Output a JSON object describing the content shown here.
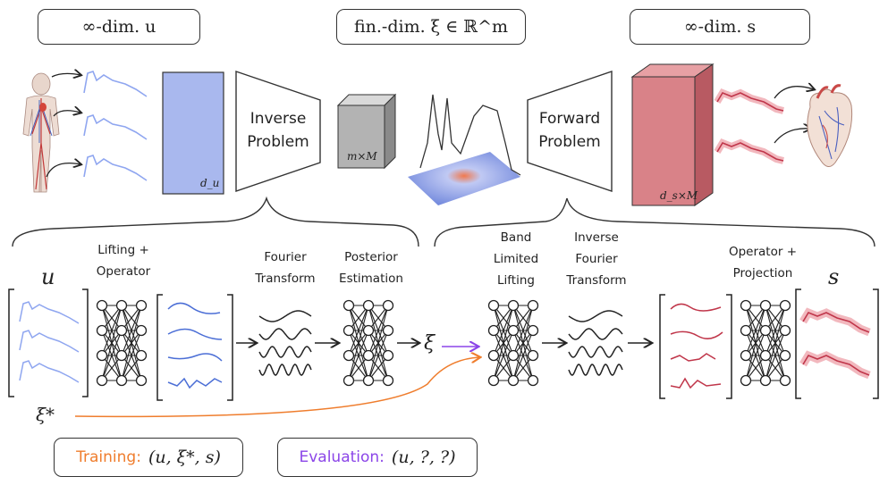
{
  "top_boxes": {
    "left": "∞-dim. u",
    "middle": "fin.-dim. ξ ∈ ℝ^m",
    "right": "∞-dim. s"
  },
  "inverse_block": {
    "line1": "Inverse",
    "line2": "Problem"
  },
  "forward_block": {
    "line1": "Forward",
    "line2": "Problem"
  },
  "tensor_labels": {
    "du": "d_u",
    "mM": "m×M",
    "dsM": "d_s×M"
  },
  "pipeline": {
    "u_symbol": "u",
    "lifting_operator": [
      "Lifting +",
      "Operator"
    ],
    "fourier_transform": [
      "Fourier",
      "Transform"
    ],
    "posterior_estimation": [
      "Posterior",
      "Estimation"
    ],
    "xi_symbol": "ξ",
    "band_limited_lifting": [
      "Band",
      "Limited",
      "Lifting"
    ],
    "inverse_fourier_transform": [
      "Inverse",
      "Fourier",
      "Transform"
    ],
    "operator_projection": [
      "Operator +",
      "Projection"
    ],
    "s_symbol": "s",
    "xi_star_symbol": "ξ*"
  },
  "legend": {
    "training_label": "Training:",
    "training_tuple": "(u, ξ*, s)",
    "evaluation_label": "Evaluation:",
    "evaluation_tuple": "(u, ?, ?)"
  },
  "colors": {
    "input_blue": "#8fa6f0",
    "input_block": "#a9b8ee",
    "output_red": "#c0364a",
    "output_block": "#d98288",
    "grey_block": "#b3b3b3",
    "training_orange": "#ef7d2d",
    "evaluation_purple": "#8b45e8"
  },
  "icons": [
    "human-body-vasculature-icon",
    "heart-anatomy-icon",
    "posterior-density-icon"
  ]
}
